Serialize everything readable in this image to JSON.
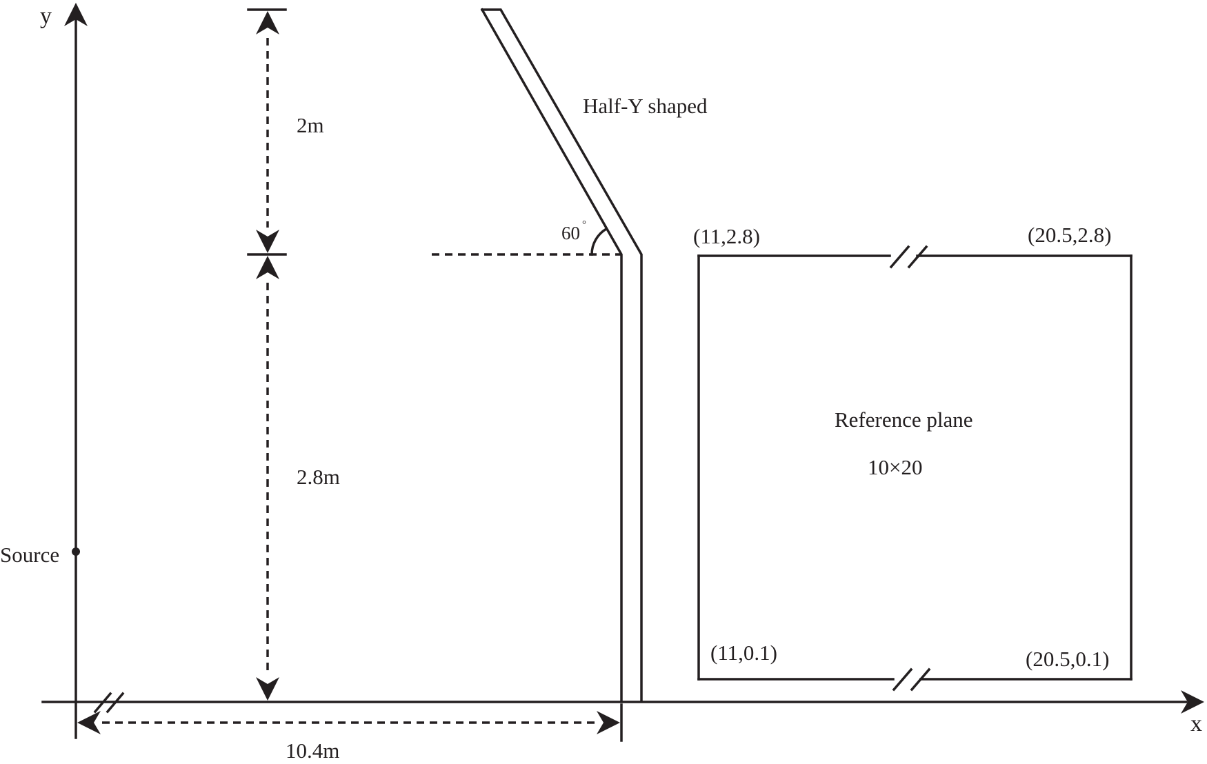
{
  "axes": {
    "x_label": "x",
    "y_label": "y"
  },
  "source_label": "Source",
  "dimensions": {
    "upper": "2m",
    "lower": "2.8m",
    "horizontal": "10.4m"
  },
  "wall": {
    "label": "Half-Y shaped",
    "angle": "60",
    "degree_mark": "°"
  },
  "reference_plane": {
    "title": "Reference plane",
    "size": "10×20",
    "corner_top_left": "(11,2.8)",
    "corner_top_right": "(20.5,2.8)",
    "corner_bottom_left": "(11,0.1)",
    "corner_bottom_right": "(20.5,0.1)"
  }
}
